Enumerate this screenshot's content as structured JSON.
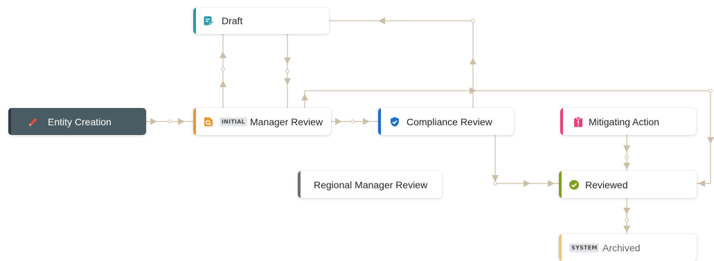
{
  "nodes": {
    "entity_creation": {
      "label": "Entity Creation",
      "icon": "pencil-icon",
      "accent": "#2e3b40"
    },
    "draft": {
      "label": "Draft",
      "icon": "edit-document-icon",
      "accent": "#2a9aa9"
    },
    "manager_review": {
      "label": "Manager Review",
      "tag": "INITIAL",
      "icon": "search-document-icon",
      "accent": "#e89a2c"
    },
    "compliance_review": {
      "label": "Compliance Review",
      "icon": "shield-check-icon",
      "accent": "#1f6fc5"
    },
    "mitigating_action": {
      "label": "Mitigating Action",
      "icon": "exclamation-clipboard-icon",
      "accent": "#e8407b"
    },
    "regional_manager_review": {
      "label": "Regional Manager Review",
      "accent": "#6c6f72"
    },
    "reviewed": {
      "label": "Reviewed",
      "icon": "check-circle-icon",
      "accent": "#7ea11c"
    },
    "archived": {
      "label": "Archived",
      "tag": "SYSTEM",
      "accent": "#f0c27a"
    }
  },
  "colors": {
    "connector": "#cdbfa7",
    "dark_node_bg": "#4a5c63",
    "pencil": "#e74c3c"
  }
}
